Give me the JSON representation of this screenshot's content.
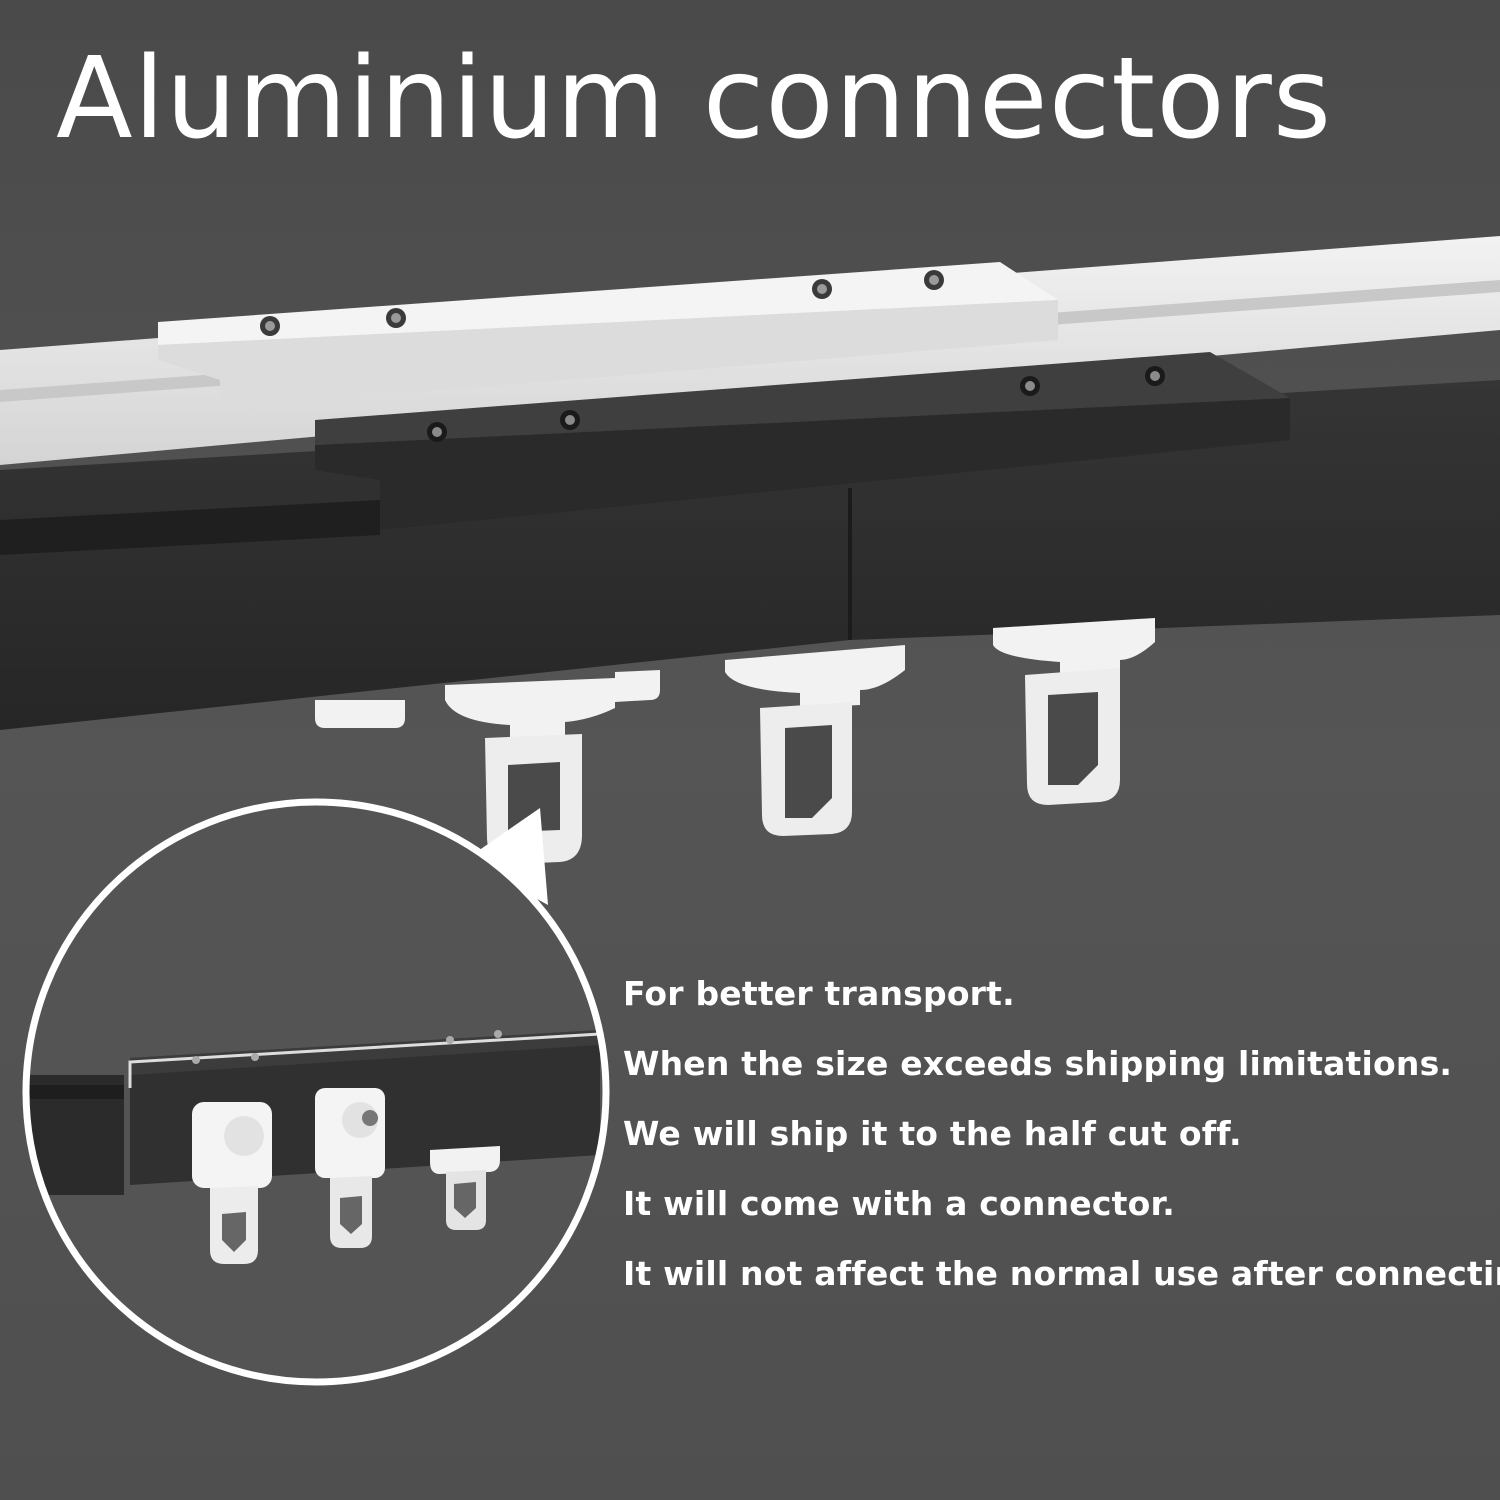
{
  "heading": "Aluminium connectors",
  "notes": [
    "For better transport.",
    "When the size exceeds shipping limitations.",
    "We will ship it to the half cut off.",
    "It will come with a connector.",
    "It will not affect the normal use after connecting."
  ],
  "colors": {
    "background": "#545454",
    "white_rail": "#e6e6e6",
    "black_rail": "#2d2d2d",
    "text": "#ffffff"
  }
}
